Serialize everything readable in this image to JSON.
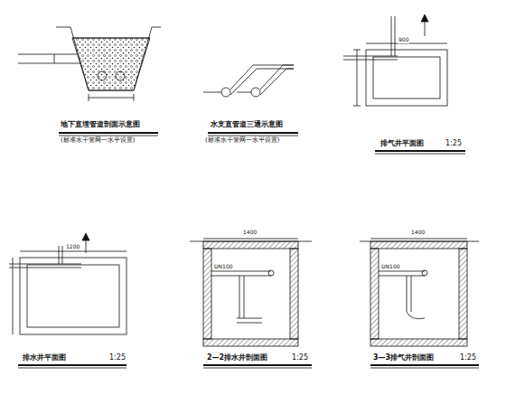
{
  "diagram": {
    "labels": [
      "地下直埋管道剖面示意图",
      "(标准水干管网一水平设置)",
      "水支直管道三通示意图",
      "(标准水干管网一水平设置)",
      "排气井平面图",
      "1:25",
      "排水井平面图",
      "1:25",
      "2—2排水井剖面图",
      "1:25",
      "3—3排气井剖面图",
      "1:25",
      "1400",
      "1400",
      "1200",
      "900",
      "DN100",
      "DN100"
    ]
  }
}
